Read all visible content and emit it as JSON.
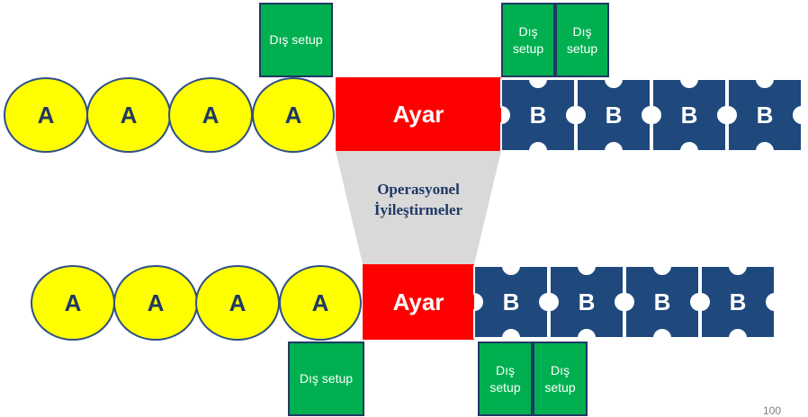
{
  "top_row": {
    "a_items": [
      "A",
      "A",
      "A",
      "A"
    ],
    "ayar": "Ayar",
    "b_items": [
      "B",
      "B",
      "B",
      "B"
    ],
    "external_setup_left": "Dış setup",
    "external_setup_right": [
      "Dış setup",
      "Dış setup"
    ]
  },
  "bottom_row": {
    "a_items": [
      "A",
      "A",
      "A",
      "A"
    ],
    "ayar": "Ayar",
    "b_items": [
      "B",
      "B",
      "B",
      "B"
    ],
    "external_setup_left": "Dış setup",
    "external_setup_right": [
      "Dış setup",
      "Dış setup"
    ]
  },
  "improvement": {
    "line1": "Operasyonel",
    "line2": "İyileştirmeler"
  },
  "page_number": "100",
  "colors": {
    "a_fill": "#ffff00",
    "ayar_fill": "#ff0000",
    "b_fill": "#1f497d",
    "setup_fill": "#00b050",
    "funnel_fill": "#d9d9d9",
    "outline": "#1f3864"
  }
}
